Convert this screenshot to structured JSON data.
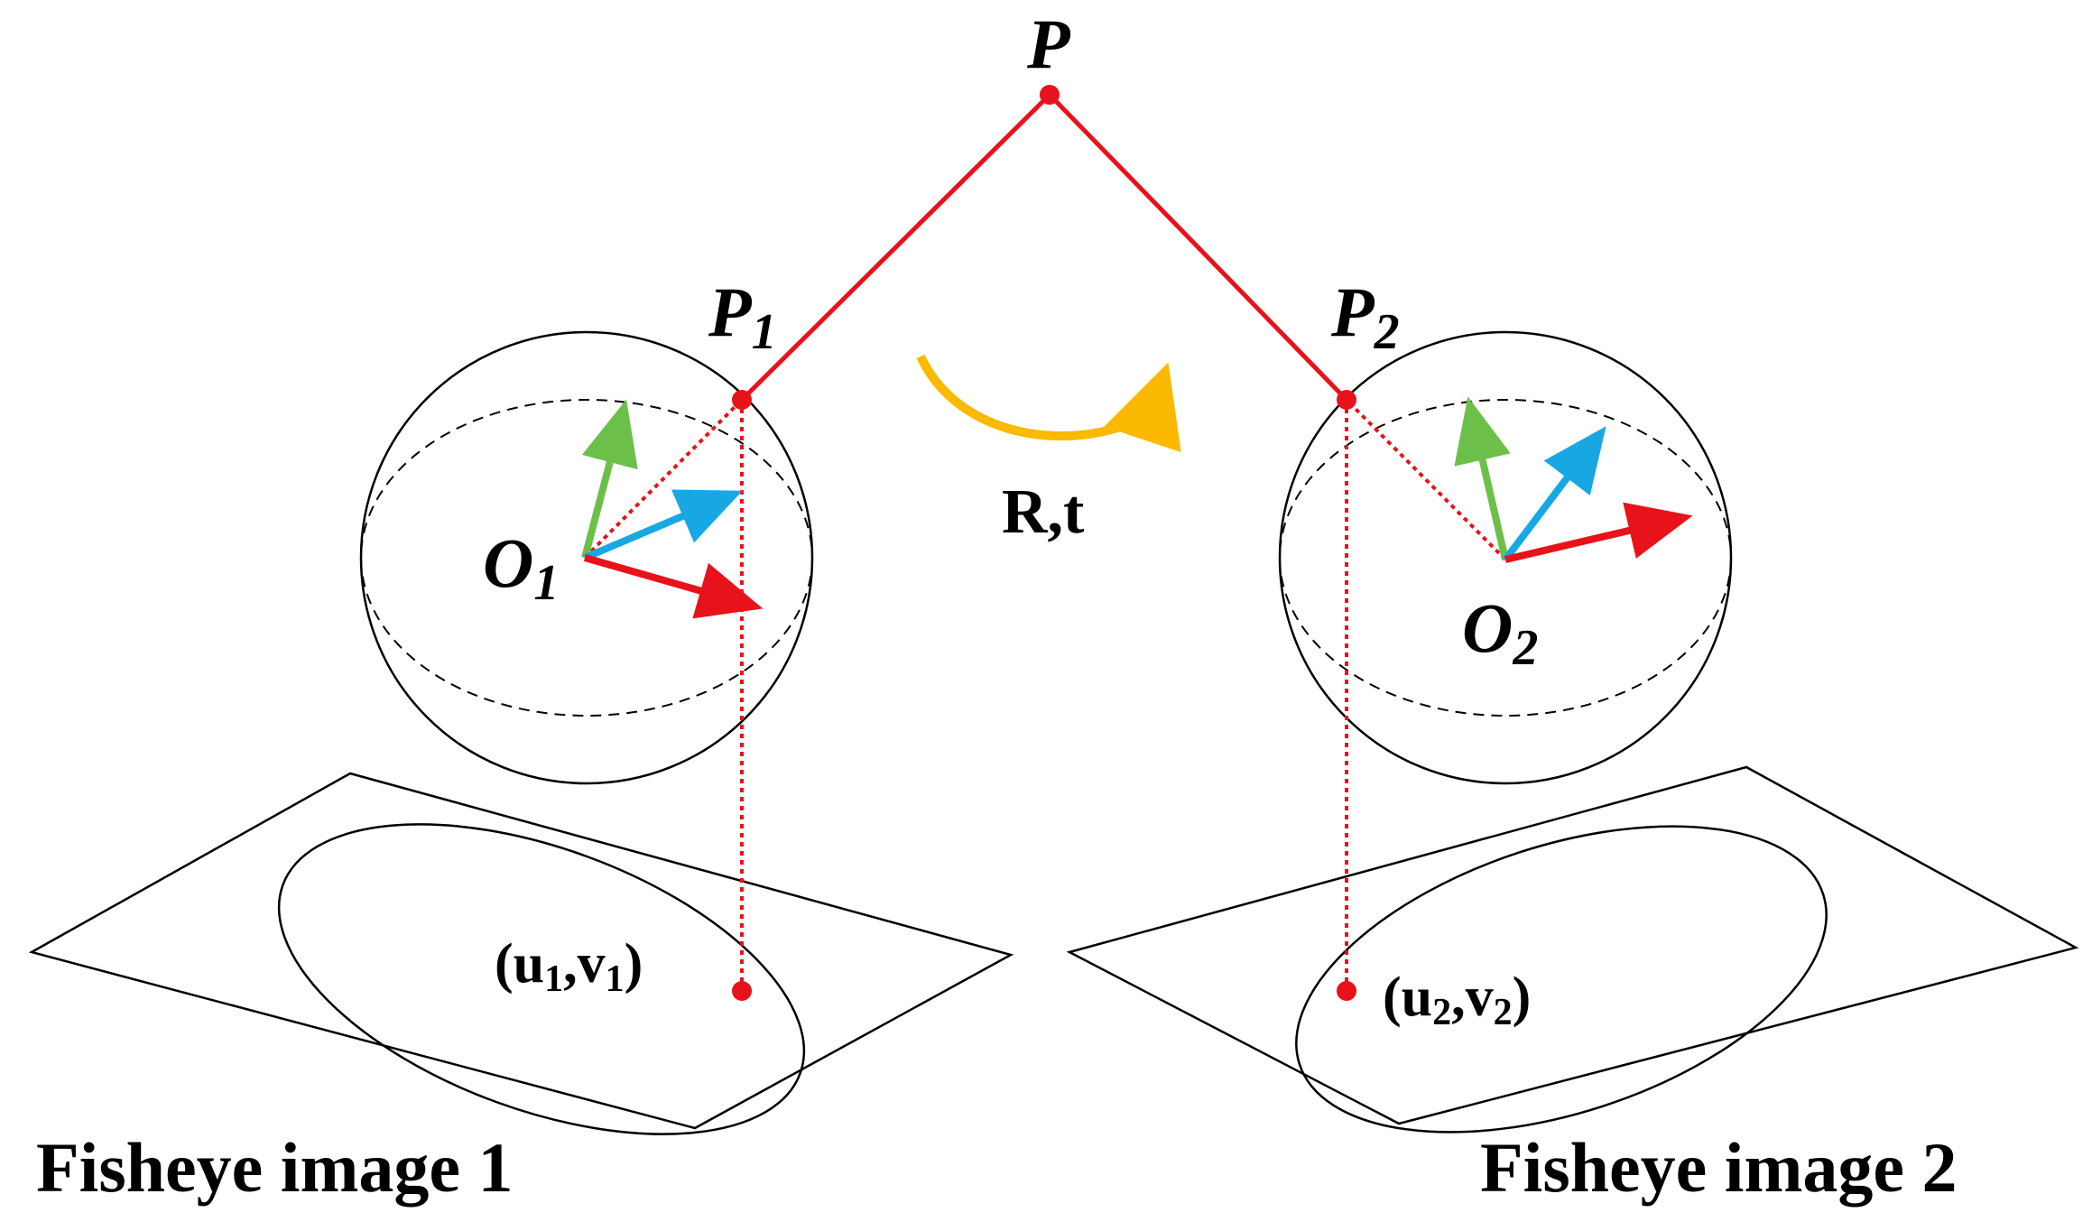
{
  "labels": {
    "P": "P",
    "P1_main": "P",
    "P1_sub": "1",
    "P2_main": "P",
    "P2_sub": "2",
    "O1_main": "O",
    "O1_sub": "1",
    "O2_main": "O",
    "O2_sub": "2",
    "rt": "R,t",
    "uv1_open": "(u",
    "uv1_s1": "1",
    "uv1_mid": ",v",
    "uv1_s2": "1",
    "uv1_close": ")",
    "uv2_open": "(u",
    "uv2_s1": "2",
    "uv2_mid": ",v",
    "uv2_s2": "2",
    "uv2_close": ")",
    "caption1": "Fisheye image 1",
    "caption2": "Fisheye image 2"
  },
  "colors": {
    "ray": "#e8121a",
    "axis_x": "#e8121a",
    "axis_y": "#6cc04a",
    "axis_z": "#17a8e3",
    "rotation": "#fbb900",
    "outline": "#000000"
  }
}
